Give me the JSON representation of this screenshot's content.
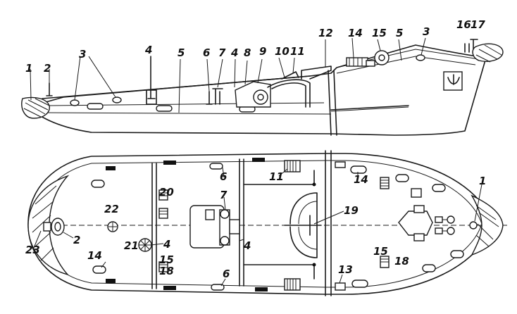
{
  "figure": {
    "side_view_labels": [
      "1",
      "2",
      "3",
      "4",
      "5",
      "6",
      "7",
      "4",
      "8",
      "9",
      "10",
      "11",
      "12",
      "14",
      "15",
      "5",
      "3",
      "16",
      "17"
    ],
    "plan_view_labels": [
      "20",
      "6",
      "7",
      "11",
      "14",
      "1",
      "22",
      "2",
      "23",
      "21",
      "4",
      "15",
      "18",
      "14",
      "4",
      "6",
      "19",
      "13",
      "15",
      "18"
    ]
  },
  "colors": {
    "ink": "#1a1a1a",
    "background": "#ffffff"
  }
}
